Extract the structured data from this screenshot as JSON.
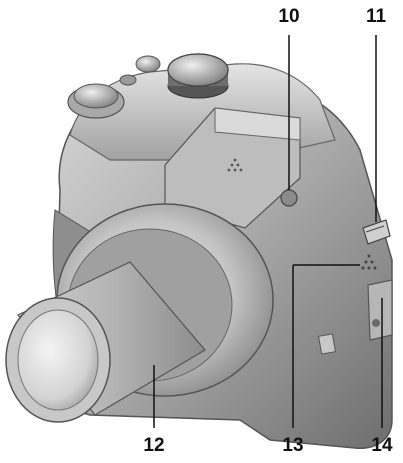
{
  "diagram": {
    "callouts": [
      {
        "id": "10",
        "label": "10"
      },
      {
        "id": "11",
        "label": "11"
      },
      {
        "id": "12",
        "label": "12"
      },
      {
        "id": "13",
        "label": "13"
      },
      {
        "id": "14",
        "label": "14"
      }
    ]
  },
  "colors": {
    "body_light": "#c9c9c9",
    "body_mid": "#9a9a9a",
    "body_dark": "#5e5e5e",
    "leader_line": "#111111"
  }
}
